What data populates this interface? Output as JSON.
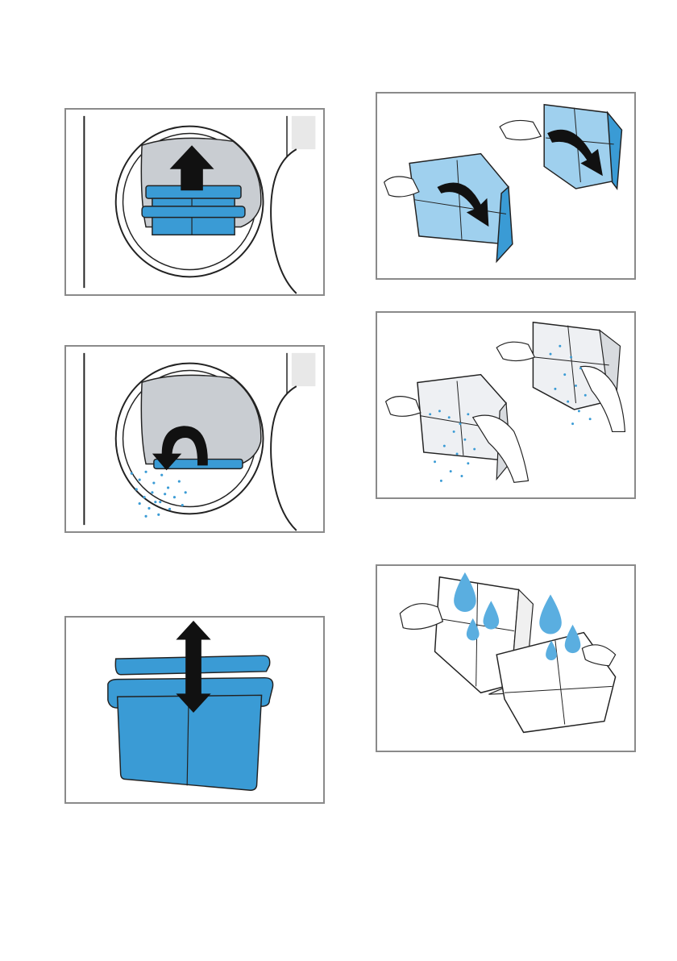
{
  "colors": {
    "frame_border": "#8a8a8a",
    "filter_blue": "#3a9bd5",
    "filter_blue_light": "#9fd0ee",
    "drum_gray": "#c9cdd2",
    "arrow_black": "#111111",
    "water_drop": "#5aaee0"
  },
  "panels": [
    {
      "id": "p1",
      "icon": "lift-filter-out-arrow-up-icon"
    },
    {
      "id": "p2",
      "icon": "remove-lint-from-filter-housing-icon"
    },
    {
      "id": "p3",
      "icon": "separate-filter-parts-icon"
    },
    {
      "id": "p4",
      "icon": "open-filter-icon"
    },
    {
      "id": "p5",
      "icon": "remove-lint-by-hand-icon"
    },
    {
      "id": "p6",
      "icon": "rinse-filter-under-water-icon"
    }
  ]
}
